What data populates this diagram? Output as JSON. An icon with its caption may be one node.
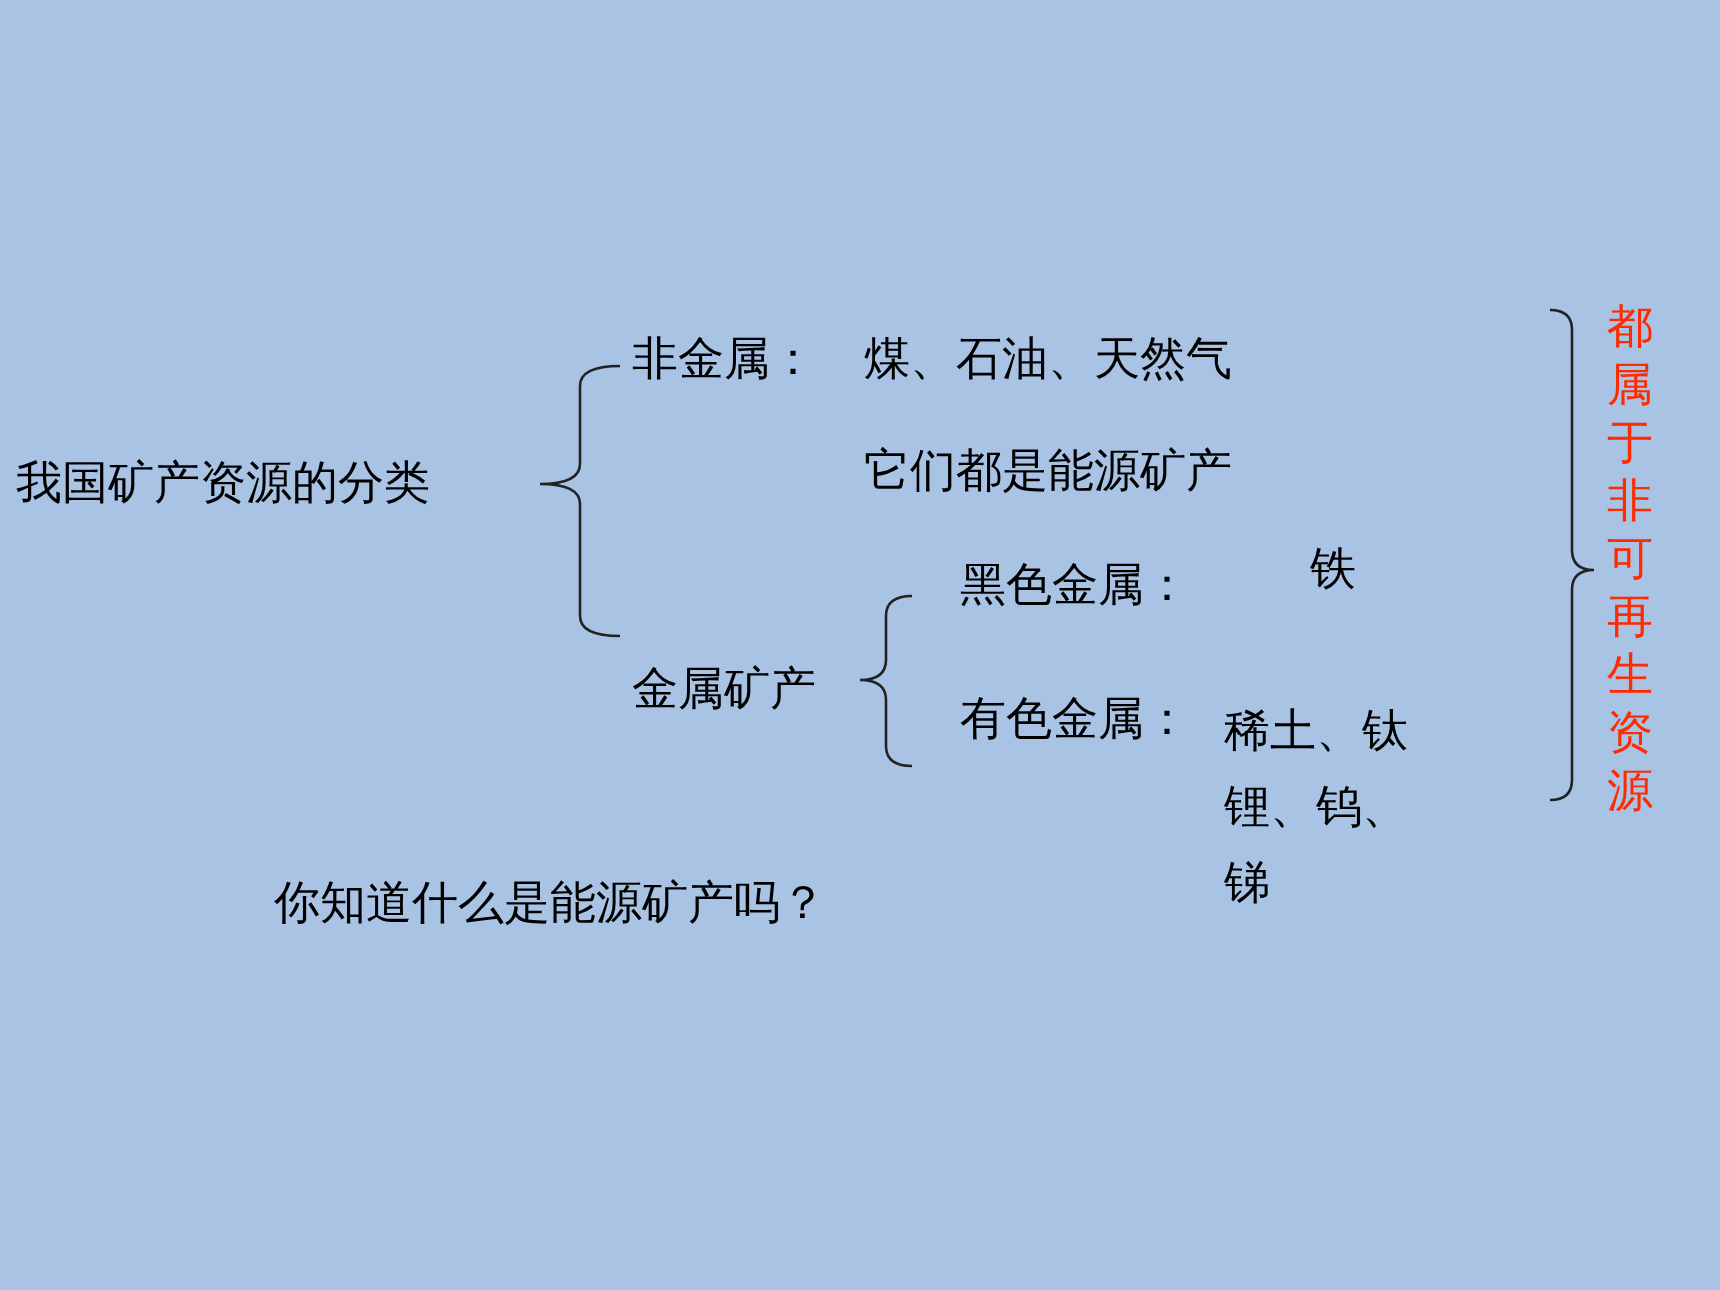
{
  "diagram": {
    "labels": [
      "非金属：",
      "煤、石油、天然气",
      "都属于非可再生资源",
      "我国矿产资源的分类",
      "它们都是能源矿产",
      "黑色金属：",
      "铁",
      "金属矿产",
      "有色金属：",
      "稀土、钛锂、钨、锑",
      "你知道什么是能源矿产吗？"
    ]
  }
}
